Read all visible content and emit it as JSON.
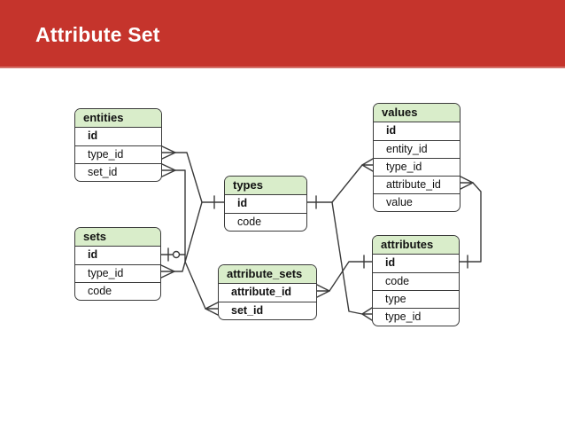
{
  "slide": {
    "title": "Attribute Set"
  },
  "colors": {
    "banner": "#c5342c",
    "banner_bottom_edge": "#d4716a",
    "title_text": "#ffffff",
    "table_header_fill": "#d9edca",
    "table_border": "#3b3b3b",
    "connector_line": "#3b3b3b",
    "row_text": "#111111"
  },
  "diagram": {
    "tables": [
      {
        "name": "entities",
        "rows": [
          {
            "name": "id",
            "pk": true
          },
          {
            "name": "type_id",
            "pk": false
          },
          {
            "name": "set_id",
            "pk": false
          }
        ]
      },
      {
        "name": "sets",
        "rows": [
          {
            "name": "id",
            "pk": true
          },
          {
            "name": "type_id",
            "pk": false
          },
          {
            "name": "code",
            "pk": false
          }
        ]
      },
      {
        "name": "types",
        "rows": [
          {
            "name": "id",
            "pk": true
          },
          {
            "name": "code",
            "pk": false
          }
        ]
      },
      {
        "name": "attribute_sets",
        "rows": [
          {
            "name": "attribute_id",
            "pk": true
          },
          {
            "name": "set_id",
            "pk": true
          }
        ]
      },
      {
        "name": "values",
        "rows": [
          {
            "name": "id",
            "pk": true
          },
          {
            "name": "entity_id",
            "pk": false
          },
          {
            "name": "type_id",
            "pk": false
          },
          {
            "name": "attribute_id",
            "pk": false
          },
          {
            "name": "value",
            "pk": false
          }
        ]
      },
      {
        "name": "attributes",
        "rows": [
          {
            "name": "id",
            "pk": true
          },
          {
            "name": "code",
            "pk": false
          },
          {
            "name": "type",
            "pk": false
          },
          {
            "name": "type_id",
            "pk": false
          }
        ]
      }
    ],
    "relationships": [
      {
        "from": "entities.type_id",
        "to": "types.id",
        "from_marker": "crow-many",
        "to_marker": "bar-one"
      },
      {
        "from": "sets.type_id",
        "to": "types.id",
        "from_marker": "crow-many",
        "to_marker": "bar-one"
      },
      {
        "from": "entities.set_id",
        "to": "sets.id",
        "from_marker": "crow-many",
        "to_marker": "bar-circle-one"
      },
      {
        "from": "attribute_sets.set_id",
        "to": "sets.id",
        "from_marker": "crow-many",
        "to_marker": "bar-circle-one"
      },
      {
        "from": "values.type_id",
        "to": "types.id",
        "from_marker": "crow-many",
        "to_marker": "bar-one"
      },
      {
        "from": "attributes.type_id",
        "to": "types.id",
        "from_marker": "crow-many",
        "to_marker": "bar-one"
      },
      {
        "from": "attribute_sets.attribute_id",
        "to": "attributes.id",
        "from_marker": "crow-many",
        "to_marker": "bar-one"
      },
      {
        "from": "values.attribute_id",
        "to": "attributes.id",
        "from_marker": "crow-many",
        "to_marker": "bar-one"
      }
    ]
  }
}
